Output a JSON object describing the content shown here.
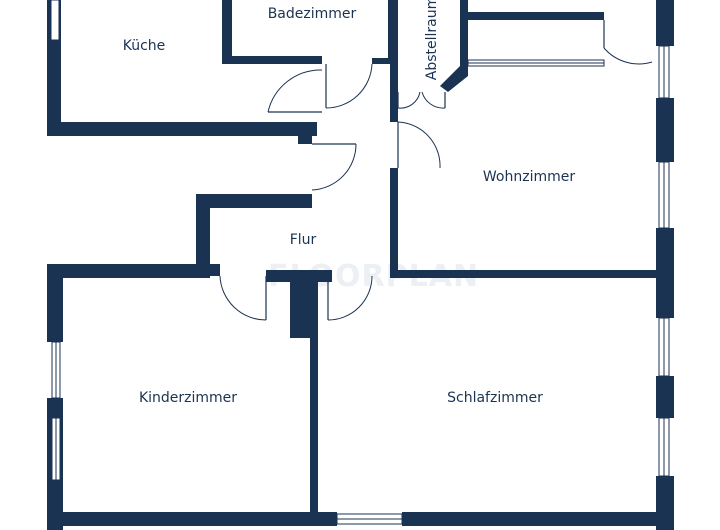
{
  "plan": {
    "colors": {
      "wall": "#1b3352",
      "background": "#ffffff",
      "watermark": "#c9d3de"
    },
    "watermark_text": "FLOORPLAN",
    "rooms": {
      "kueche": "Küche",
      "badezimmer": "Badezimmer",
      "abstellraum": "Abstellraum",
      "wohnzimmer": "Wohnzimmer",
      "flur": "Flur",
      "kinderzimmer": "Kinderzimmer",
      "schlafzimmer": "Schlafzimmer"
    }
  }
}
